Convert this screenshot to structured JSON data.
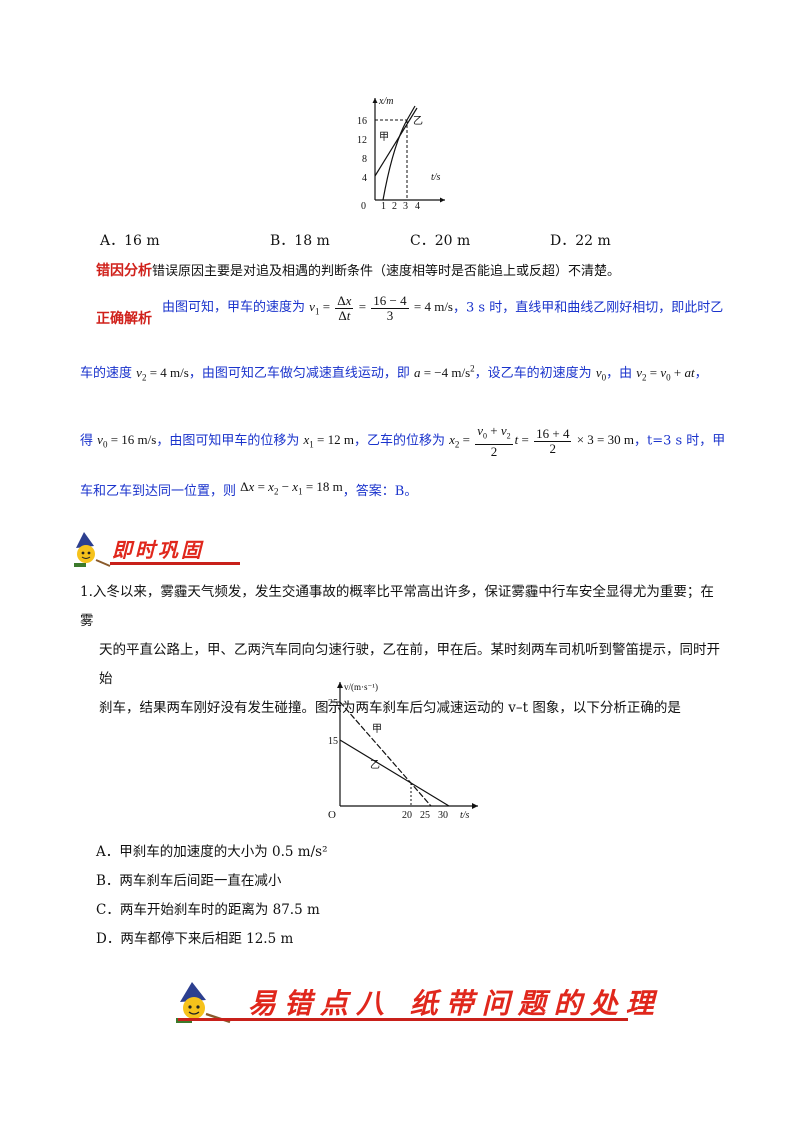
{
  "graph1": {
    "y_axis_label": "x/m",
    "x_axis_label": "t/s",
    "y_ticks": [
      "16",
      "12",
      "8",
      "4"
    ],
    "x_ticks": [
      "0",
      "1",
      "2",
      "3",
      "4"
    ],
    "label_jia": "甲",
    "label_yi": "乙"
  },
  "choices": [
    {
      "letter": "A．",
      "value": "16  m"
    },
    {
      "letter": "B．",
      "value": "18  m"
    },
    {
      "letter": "C．",
      "value": "20  m"
    },
    {
      "letter": "D．",
      "value": "22  m"
    }
  ],
  "error_analysis": {
    "tag": "错因分析",
    "text": "错误原因主要是对追及相遇的判断条件（速度相等时是否能追上或反超）不清楚。"
  },
  "correct_solution": {
    "tag": "正确解析",
    "l1_a": "由图可知，甲车的速度为",
    "l1_b": "，3  s 时，直线甲和曲线乙刚好相切，即此时乙",
    "l2_a": "车的速度",
    "l2_b": "，由图可知乙车做匀减速直线运动，即",
    "l2_c": "，设乙车的初速度为",
    "l2_d": "，由",
    "l2_e": "，",
    "l3_a": "得",
    "l3_b": "，由图可知甲车的位移为",
    "l3_c": "，乙车的位移为",
    "l3_d": "，t=3  s 时，甲",
    "l4_a": "车和乙车到达同一位置，则",
    "l4_b": "，答案：B。"
  },
  "banner_review": {
    "title": "即时巩固"
  },
  "question": {
    "number": "1.",
    "line1": "入冬以来，雾霾天气频发，发生交通事故的概率比平常高出许多，保证雾霾中行车安全显得尤为重要；在雾",
    "line2": "天的平直公路上，甲、乙两汽车同向匀速行驶，乙在前，甲在后。某时刻两车司机听到警笛提示，同时开始",
    "line3": "刹车，结果两车刚好没有发生碰撞。图示为两车刹车后匀减速运动的 v–t 图象，以下分析正确的是"
  },
  "graph2": {
    "y_axis_label": "v/(m·s⁻¹)",
    "x_axis_label": "t/s",
    "y_ticks": [
      "25",
      "15"
    ],
    "x_ticks": [
      "20",
      "25",
      "30"
    ],
    "origin": "O",
    "label_jia": "甲",
    "label_yi": "乙"
  },
  "options": [
    "A．甲刹车的加速度的大小为 0.5 m/s²",
    "B．两车刹车后间距一直在减小",
    "C．两车开始刹车时的距离为 87.5 m",
    "D．两车都停下来后相距 12.5 m"
  ],
  "banner_section": {
    "title": "易错点八  纸带问题的处理"
  },
  "colors": {
    "red": "#d0211b",
    "blue": "#1a33cc",
    "banner_red": "#e0271c"
  }
}
